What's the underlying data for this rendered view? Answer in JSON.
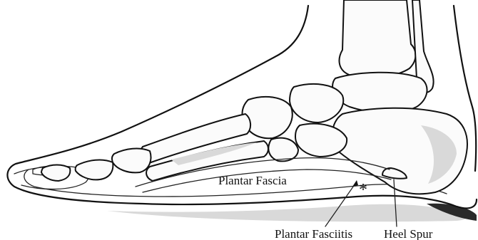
{
  "labels": {
    "plantar_fascia": "Plantar Fascia",
    "plantar_fasciitis": "Plantar Fasciitis",
    "heel_spur": "Heel Spur",
    "asterisk": "*"
  },
  "colors": {
    "line": "#111111",
    "shade": "#d9d9d9",
    "background": "#ffffff"
  }
}
